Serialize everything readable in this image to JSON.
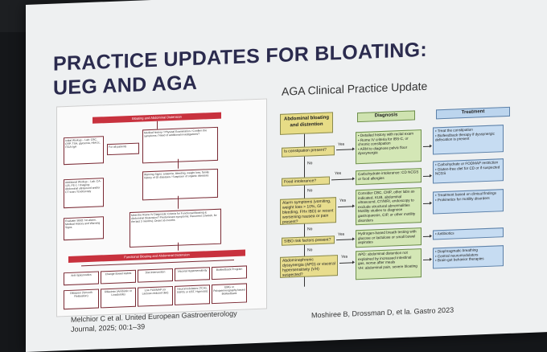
{
  "slide": {
    "title": "PRACTICE UPDATES FOR BLOATING: UEG AND AGA",
    "subtitle": "AGA Clinical Practice Update",
    "ref_left": "Melchior C et al. United European Gastroenterology Journal, 2025; 00:1–39",
    "ref_right": "Moshiree B, Drossman D, et la. Gastro 2023"
  },
  "left_chart": {
    "top_bar": "Bloating and Abdominal Distension",
    "mid_bar": "Functional Bloating and Abdominal Distension",
    "box_initial": "Initial Workup – Lab: CBC, CRP, TSH, glycemia, HbA1c, tTGA-IgA",
    "box_all": "For all patients",
    "box_history": "Medical history / Physical Examination / Confirm the symptoms / Need of additional investigations?",
    "box_additional": "Additional Workup – Lab: CA-125, FE-1 / Imaging: Abdominal ultrasound and/or CT scan / Endoscopy",
    "box_warning": "Warning Signs: anaemia, bleeding, weight loss, family history of GI diseases / Suspicion of organic diseases",
    "box_sibo": "Evaluate SIBO: No alarm, Medical History and Warning Signs",
    "box_criteria": "Meet the Rome IV Diagnostic Criteria for Functional Bloating & Abdominal Distension? Predominant symptoms; Recurrent (1/week, for the last 3 months); Onset ≥6 months",
    "row1": [
      "Anti-Spasmodics",
      "Change Bowel Habits",
      "Diet Intervention",
      "Visceral Hypersensitivity",
      "Biofeedback Program"
    ],
    "row2": [
      "Diltiazem (Smooth Relaxation)",
      "Rifaximin (Antibiotic or Linaclotide)",
      "Low FODMAP (or Lactose-reduced diet)",
      "Neuromodulators (TCAs, SSRI's or CBT, Hypnosis)",
      "EMG or Pelviperineography-based Biofeedback"
    ]
  },
  "right_chart": {
    "headers": [
      "Abdominal bloating and distention",
      "Diagnosis",
      "Treatment"
    ],
    "questions": [
      "Is constipation present?",
      "Food intolerance?",
      "Alarm symptoms (vomiting, weight loss > 10%, GI bleeding, FHx IBD) or recent worsening nausea or pain present?",
      "SIBO risk factors present?",
      "Abdominophrenic dyssynergia (APD) or visceral hypersensitivity (VH) suspected?"
    ],
    "no_label": "No",
    "yes_label": "Yes",
    "diagnoses": [
      "• Detailed history with rectal exam\n• Rome IV criteria for IBS-C, or chronic constipation\n• ARM to diagnose pelvic floor dyssynergia",
      "Carbohydrate intolerance: CD NCGS or food allergies",
      "Consider CBC, CMP, other labs as indicated, KUB, abdominal ultrasound, CT/MRI, endoscopy to exclude structural abnormalities\nMotility studies to diagnose gastroparesis, CIP, or other motility disorders",
      "Hydrogen-based breath testing with glucose or lactulose or small bowel aspirates",
      "APD: abdominal distention not explained by increased intestinal gas, worse after meals\nVH: abdominal pain, severe bloating"
    ],
    "treatments": [
      "• Treat the constipation\n• Biofeedback therapy if dyssynergic defecation is present",
      "• Carbohydrate or FODMAP restriction\n• Gluten-free diet for CD or if suspected NCGS",
      "• Treatment based on clinical findings\n• Prokinetics for motility disorders",
      "• Antibiotics",
      "• Diaphragmatic breathing\n• Central neuromodulators\n• Brain-gut behavior therapies"
    ]
  }
}
